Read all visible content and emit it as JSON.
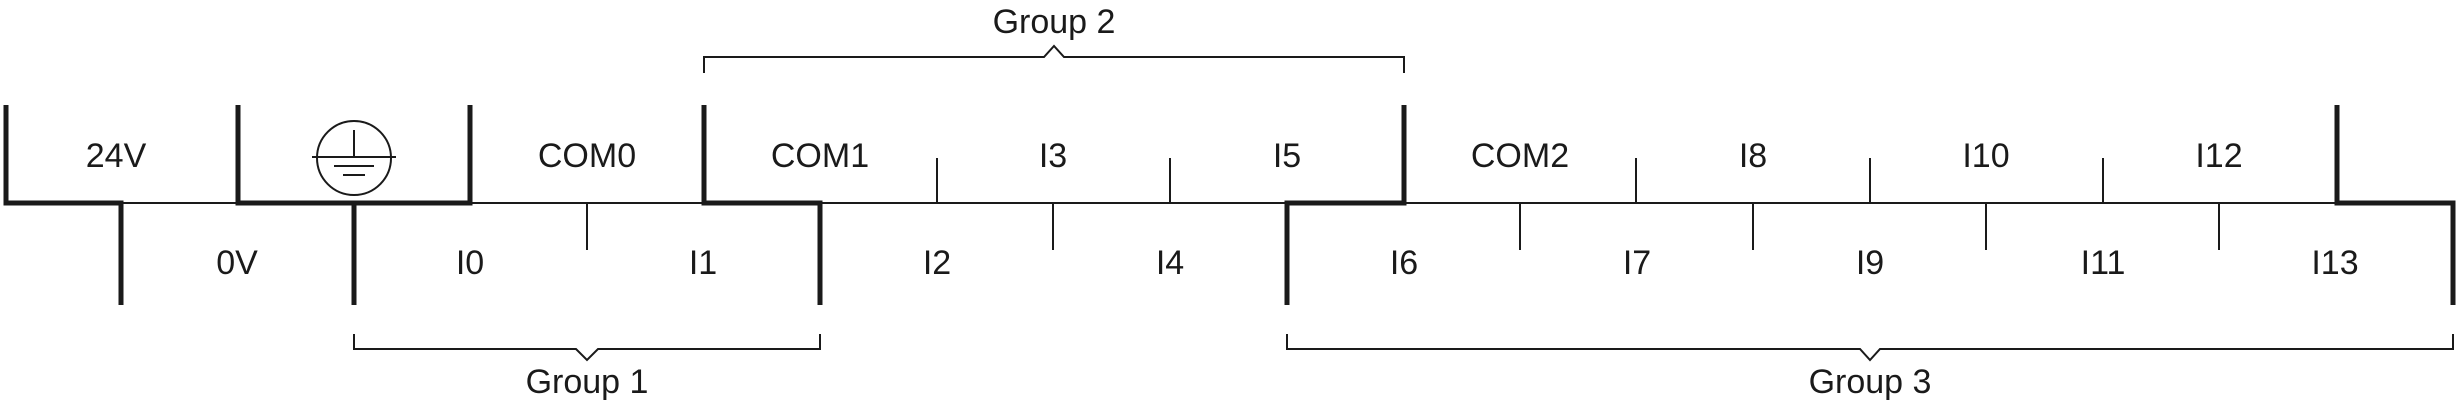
{
  "terminals": {
    "top": [
      "24V",
      "",
      "COM0",
      "COM1",
      "I3",
      "I5",
      "COM2",
      "I8",
      "I10",
      "I12"
    ],
    "bottom": [
      "0V",
      "I0",
      "I1",
      "I2",
      "I4",
      "I6",
      "I7",
      "I9",
      "I11",
      "I13"
    ],
    "ground_icon": "protective-earth-icon"
  },
  "groups": [
    {
      "label": "Group 1",
      "position": "bottom",
      "from": "I0",
      "to": "I1"
    },
    {
      "label": "Group 2",
      "position": "top",
      "from": "COM1",
      "to": "I5"
    },
    {
      "label": "Group 3",
      "position": "bottom",
      "from": "I6",
      "to": "I13"
    }
  ]
}
